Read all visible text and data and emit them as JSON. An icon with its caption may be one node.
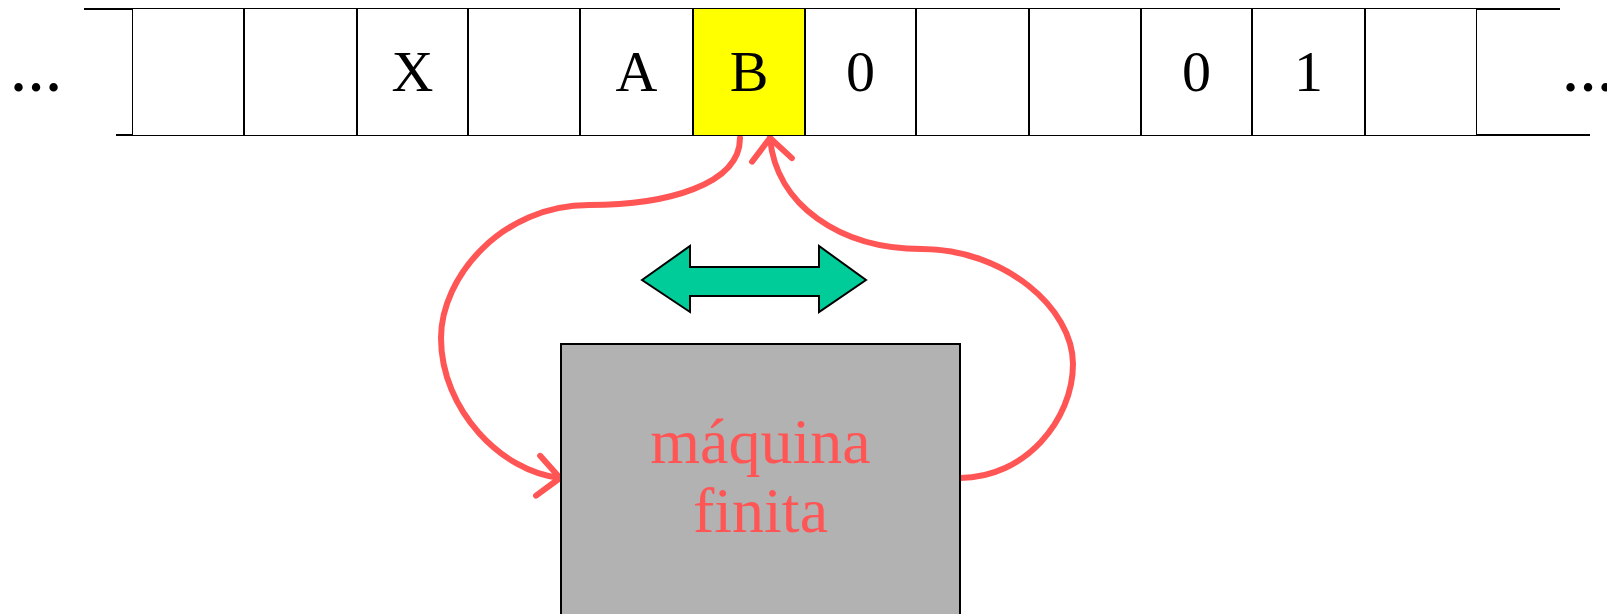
{
  "diagram": {
    "nodes": [
      {
        "text": [],
        "shape": "box"
      },
      {
        "text": [],
        "shape": "box"
      },
      {
        "text": [
          "X"
        ]
      },
      {
        "text": [],
        "shape": "box"
      },
      {
        "text": [
          "A"
        ]
      },
      {
        "text": [
          "B"
        ]
      },
      {
        "text": [
          "0"
        ]
      },
      {
        "text": [],
        "shape": "box"
      },
      {
        "text": [],
        "shape": "box"
      },
      {
        "text": [
          "0"
        ]
      },
      {
        "text": [
          "1"
        ]
      },
      {
        "text": [],
        "shape": "box"
      },
      {
        "text": [
          "máquina finita"
        ]
      }
    ],
    "edges": [
      {
        "from": 5,
        "to": 12,
        "arrow": "to"
      },
      {
        "from": 12,
        "to": 5,
        "arrow": "to"
      }
    ],
    "labels": [
      "…",
      "…"
    ]
  }
}
